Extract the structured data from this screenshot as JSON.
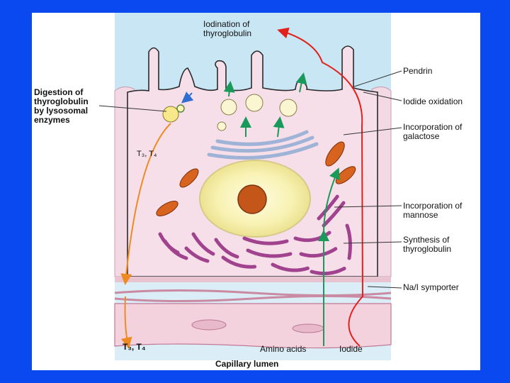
{
  "labels": {
    "iodination": [
      "Iodination of",
      "thyroglobulin"
    ],
    "pendrin": "Pendrin",
    "iodide_oxidation": "Iodide oxidation",
    "galactose": [
      "Incorporation of",
      "galactose"
    ],
    "mannose": [
      "Incorporation of",
      "mannose"
    ],
    "synthesis": [
      "Synthesis of",
      "thyroglobulin"
    ],
    "symporter": "Na/I symporter",
    "digestion": [
      "Digestion of",
      "thyroglobulin",
      "by lysosomal",
      "enzymes"
    ],
    "t3t4_inside": "T₃, T₄",
    "t3t4_bottom": "T₃, T₄",
    "amino_acids": "Amino acids",
    "iodide": "Iodide",
    "capillary": "Capillary lumen"
  },
  "colors": {
    "background": "#0a48f0",
    "colloid": "#c9e6f4",
    "cell": "#f7dfe9",
    "nucleus": "#f8f2b4",
    "nucleolus": "#c4561a",
    "er": "#a0428e",
    "mitochondria": "#d7631f",
    "iodide_arrow": "#e2211c",
    "amino_acid_arrow": "#1a9a5a",
    "hormone_arrow": "#ee8a22",
    "lysosome_arrow": "#2f6fd0"
  }
}
